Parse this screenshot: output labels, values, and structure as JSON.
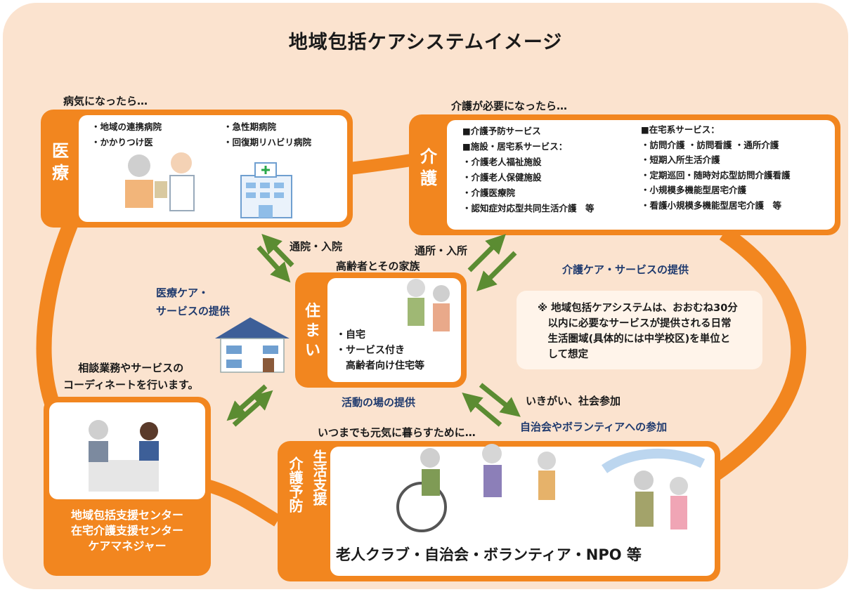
{
  "title": "地域包括ケアシステムイメージ",
  "colors": {
    "orange": "#f2861f",
    "background": "#fbe3cf",
    "arrow": "#5b8c32",
    "navy": "#1f3a6e"
  },
  "iryo": {
    "caption": "病気になったら…",
    "label_1": "医",
    "label_2": "療",
    "items_left": [
      "・地域の連携病院",
      "・かかりつけ医"
    ],
    "items_right": [
      "・急性期病院",
      "・回復期リハビリ病院"
    ]
  },
  "kaigo": {
    "caption": "介護が必要になったら…",
    "label_1": "介",
    "label_2": "護",
    "col1": [
      "■介護予防サービス",
      "■施設・居宅系サービス：",
      "・介護老人福祉施設",
      "・介護老人保健施設",
      "・介護医療院",
      "・認知症対応型共同生活介護　等"
    ],
    "col2": [
      "■在宅系サービス：",
      "・訪問介護 ・訪問看護 ・通所介護",
      "・短期入所生活介護",
      "・定期巡回・随時対応型訪問介護看護",
      "・小規模多機能型居宅介護",
      "・看護小規模多機能型居宅介護　等"
    ]
  },
  "sumai": {
    "caption": "高齢者とその家族",
    "label_1": "住",
    "label_2": "ま",
    "label_3": "い",
    "items": [
      "・自宅",
      "・サービス付き",
      "　高齢者向け住宅等"
    ]
  },
  "center": {
    "caption": "相談業務やサービスの\nコーディネートを行います。",
    "label": "地域包括支援センター\n在宅介護支援センター\nケアマネジャー"
  },
  "seikatsu": {
    "caption": "いつまでも元気に暮らすために…",
    "label_col1": "生活支援",
    "label_col2": "介護予防",
    "bottom_text": "老人クラブ・自治会・ボランティア・NPO 等"
  },
  "arrows_text": {
    "tsuin": "通院・入院",
    "tsusho": "通所・入所",
    "iryo_care": "医療ケア・\nサービスの提供",
    "kaigo_care": "介護ケア・サービスの提供",
    "katsudo": "活動の場の提供",
    "ikigai": "いきがい、社会参加",
    "jichikai": "自治会やボランティアへの参加"
  },
  "note": "※ 地域包括ケアシステムは、おおむね30分\n　以内に必要なサービスが提供される日常\n　生活圏域(具体的には中学校区)を単位と\n　して想定"
}
